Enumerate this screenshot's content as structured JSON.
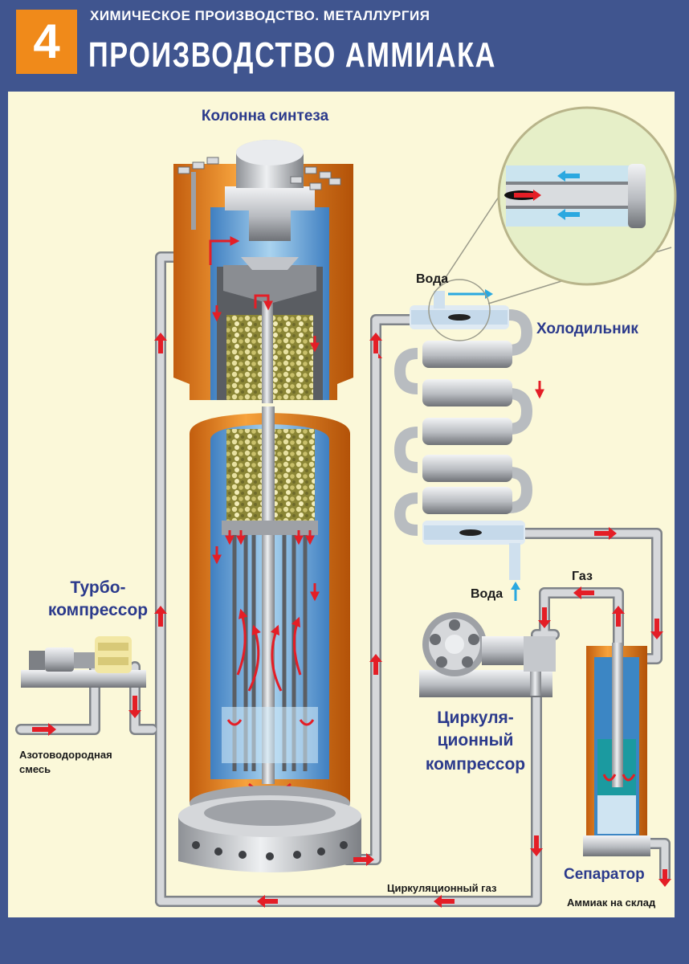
{
  "header": {
    "number": "4",
    "supertitle": "ХИМИЧЕСКОЕ ПРОИЗВОДСТВО. МЕТАЛЛУРГИЯ",
    "title": "ПРОИЗВОДСТВО АММИАКА"
  },
  "labels": {
    "column": "Колонна синтеза",
    "cooler": "Холодильник",
    "water_top": "Вода",
    "water_bottom": "Вода",
    "gas": "Газ",
    "turbo_line1": "Турбо-",
    "turbo_line2": "компрессор",
    "mix_line1": "Азотоводородная",
    "mix_line2": "смесь",
    "circ_line1": "Циркуля-",
    "circ_line2": "ционный",
    "circ_line3": "компрессор",
    "separator": "Сепаратор",
    "ammonia": "Аммиак на склад",
    "circ_gas": "Циркуляционный газ"
  },
  "colors": {
    "background": "#40558f",
    "panel": "#fbf8d9",
    "accent": "#f08a1a",
    "label_blue": "#2b3a8c",
    "flow_red": "#e41e26",
    "water_blue": "#2aa8e0",
    "pipe": "#b9bcc0"
  }
}
